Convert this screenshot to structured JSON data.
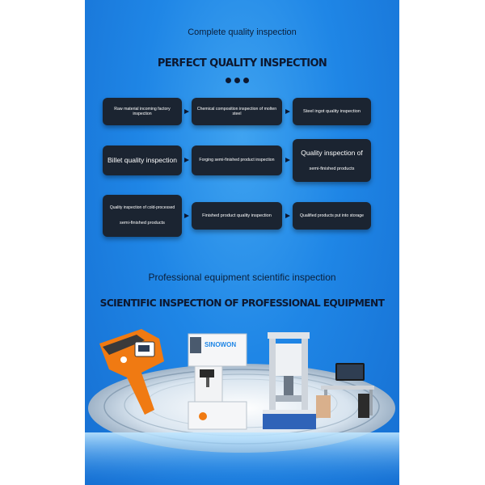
{
  "section1": {
    "subtitle": "Complete quality inspection",
    "heading": "PERFECT QUALITY INSPECTION"
  },
  "process_steps": [
    {
      "label": "Raw material incoming factory inspection"
    },
    {
      "label": "Chemical composition inspection of molten steel"
    },
    {
      "label": "Steel ingot quality inspection"
    },
    {
      "label": "Billet quality inspection"
    },
    {
      "label": "Forging semi-finished product inspection"
    },
    {
      "label_line1": "Quality inspection of",
      "label_line2": "semi-finished products"
    },
    {
      "label_line1": "Quality inspection of cold-processed",
      "label_line2": "semi-finished products"
    },
    {
      "label": "Finished product quality inspection"
    },
    {
      "label": "Qualified products put into storage"
    }
  ],
  "section2": {
    "subtitle": "Professional equipment scientific inspection",
    "heading": "SCIENTIFIC INSPECTION OF PROFESSIONAL EQUIPMENT"
  },
  "equipment": {
    "brand_label": "SINOWON",
    "items": [
      "handheld-spectrometer",
      "hardness-tester",
      "universal-testing-machine",
      "computer-workstation"
    ]
  },
  "colors": {
    "background": "#1f86e6",
    "step_box": "#1b2431",
    "heading": "#0d1830",
    "accent_orange": "#f07a12"
  }
}
